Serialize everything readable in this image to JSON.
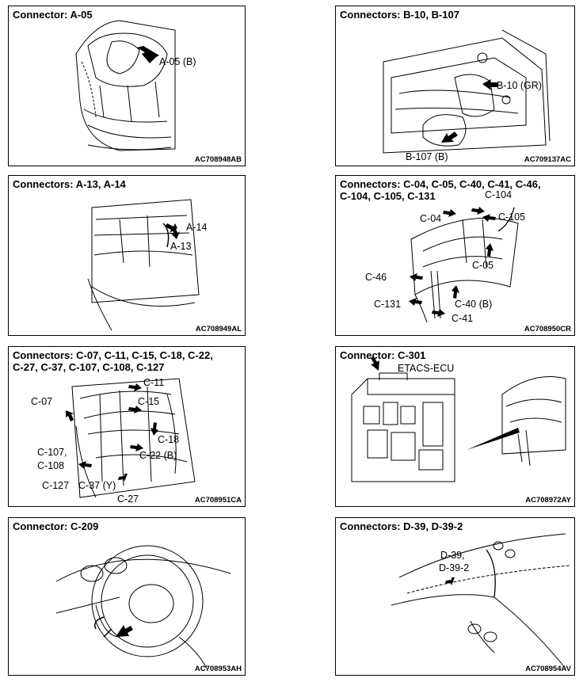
{
  "panels": [
    {
      "title": "Connector: A-05",
      "code": "AC708948AB",
      "labels": [
        "A-05 (B)"
      ]
    },
    {
      "title": "Connectors: B-10, B-107",
      "code": "AC709137AC",
      "labels": [
        "B-10 (GR)",
        "B-107 (B)"
      ]
    },
    {
      "title": "Connectors: A-13, A-14",
      "code": "AC708949AL",
      "labels": [
        "A-14",
        "A-13"
      ]
    },
    {
      "title_lines": [
        "Connectors: C-04, C-05, C-40, C-41, C-46,",
        "C-104, C-105, C-131"
      ],
      "code": "AC708950CR",
      "labels": [
        "C-104",
        "C-04",
        "C-105",
        "C-05",
        "C-46",
        "C-40 (B)",
        "C-131",
        "C-41"
      ]
    },
    {
      "title_lines": [
        "Connectors: C-07, C-11, C-15, C-18, C-22,",
        "C-27, C-37, C-107, C-108, C-127"
      ],
      "code": "AC708951CA",
      "labels": [
        "C-11",
        "C-07",
        "C-15",
        "C-18",
        "C-107,",
        "C-108",
        "C-22 (B)",
        "C-127",
        "C-37 (Y)",
        "C-27"
      ]
    },
    {
      "title": "Connector: C-301",
      "code": "AC708972AY",
      "labels": [
        "ETACS-ECU"
      ]
    },
    {
      "title": "Connector: C-209",
      "code": "AC708953AH",
      "labels": []
    },
    {
      "title": "Connectors: D-39, D-39-2",
      "code": "AC708954AV",
      "labels": [
        "D-39,",
        "D-39-2"
      ]
    }
  ]
}
